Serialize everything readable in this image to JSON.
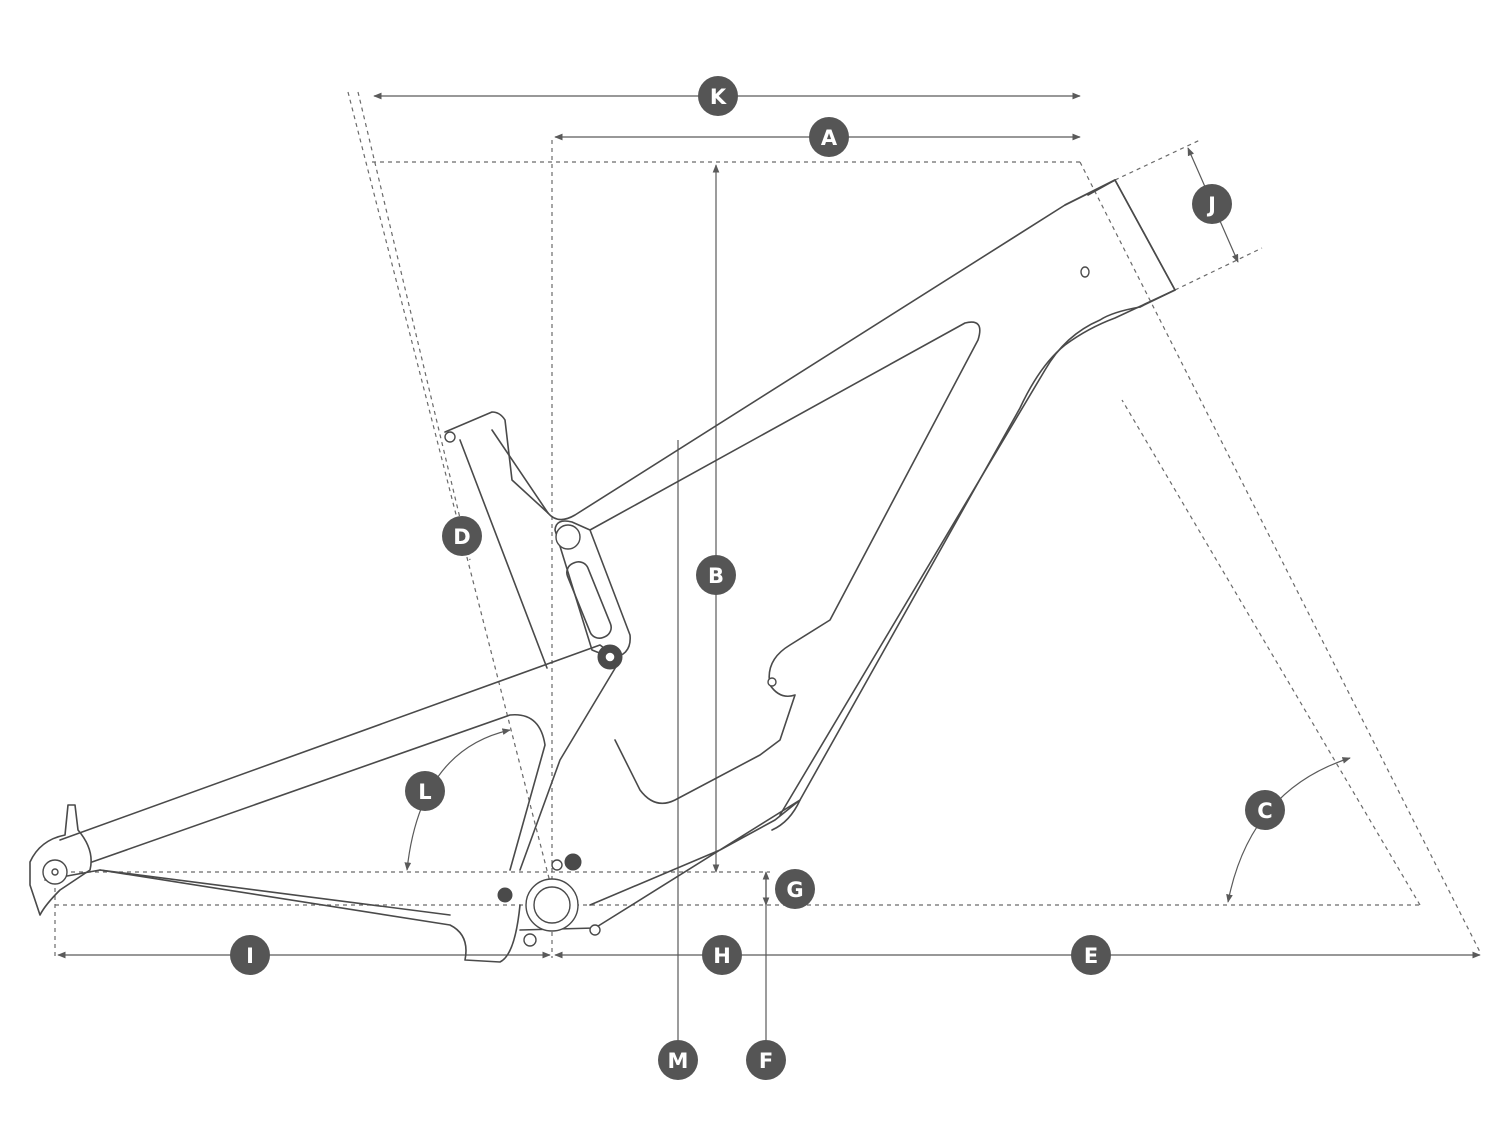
{
  "diagram": {
    "labels": {
      "K": "K",
      "A": "A",
      "J": "J",
      "D": "D",
      "B": "B",
      "L": "L",
      "C": "C",
      "G": "G",
      "I": "I",
      "H": "H",
      "E": "E",
      "M": "M",
      "F": "F"
    },
    "colors": {
      "line": "#4a4a4a",
      "badge": "#555555",
      "badge_text": "#ffffff",
      "background": "#ffffff"
    }
  }
}
